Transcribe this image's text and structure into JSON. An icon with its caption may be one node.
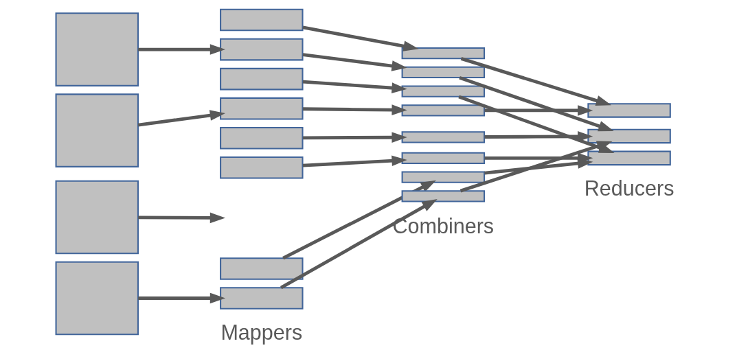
{
  "diagram": {
    "nodes": [
      {
        "text": [],
        "shape": "box"
      },
      {
        "text": [],
        "shape": "box"
      },
      {
        "text": [],
        "shape": "box"
      },
      {
        "text": [],
        "shape": "box"
      },
      {
        "text": [],
        "shape": "box"
      },
      {
        "text": [],
        "shape": "box"
      },
      {
        "text": [],
        "shape": "box"
      },
      {
        "text": [],
        "shape": "box"
      },
      {
        "text": [],
        "shape": "box"
      },
      {
        "text": [],
        "shape": "box"
      },
      {
        "text": [],
        "shape": "box"
      },
      {
        "text": [],
        "shape": "box"
      },
      {
        "text": [],
        "shape": "box"
      },
      {
        "text": [],
        "shape": "box"
      },
      {
        "text": [],
        "shape": "box"
      },
      {
        "text": [],
        "shape": "box"
      },
      {
        "text": [],
        "shape": "box"
      },
      {
        "text": [],
        "shape": "box"
      },
      {
        "text": [],
        "shape": "box"
      },
      {
        "text": [],
        "shape": "box"
      },
      {
        "text": [],
        "shape": "box"
      },
      {
        "text": [],
        "shape": "box"
      },
      {
        "text": [],
        "shape": "box"
      }
    ],
    "edges": [
      {
        "from": 0,
        "to": 5,
        "arrow": "to"
      },
      {
        "from": 1,
        "to": 7,
        "arrow": "to"
      },
      {
        "from": 2,
        "to": null,
        "arrow": "to"
      },
      {
        "from": 3,
        "to": 11,
        "arrow": "to"
      },
      {
        "from": 4,
        "to": 12,
        "arrow": "to"
      },
      {
        "from": 5,
        "to": 13,
        "arrow": "to"
      },
      {
        "from": 6,
        "to": 14,
        "arrow": "to"
      },
      {
        "from": 7,
        "to": 15,
        "arrow": "to"
      },
      {
        "from": 8,
        "to": 16,
        "arrow": "to"
      },
      {
        "from": 9,
        "to": 17,
        "arrow": "to"
      },
      {
        "from": 10,
        "to": 18,
        "arrow": "to"
      },
      {
        "from": 11,
        "to": 19,
        "arrow": "to"
      },
      {
        "from": 12,
        "to": 20,
        "arrow": "to"
      },
      {
        "from": 13,
        "to": 21,
        "arrow": "to"
      },
      {
        "from": 14,
        "to": 22,
        "arrow": "to"
      },
      {
        "from": 15,
        "to": 20,
        "arrow": "to"
      },
      {
        "from": 16,
        "to": 21,
        "arrow": "to"
      },
      {
        "from": 17,
        "to": 22,
        "arrow": "to"
      },
      {
        "from": 18,
        "to": 22,
        "arrow": "to"
      },
      {
        "from": 19,
        "to": 21,
        "arrow": "to"
      }
    ],
    "labels": [
      "Mappers",
      "Combiners",
      "Reducers"
    ]
  }
}
